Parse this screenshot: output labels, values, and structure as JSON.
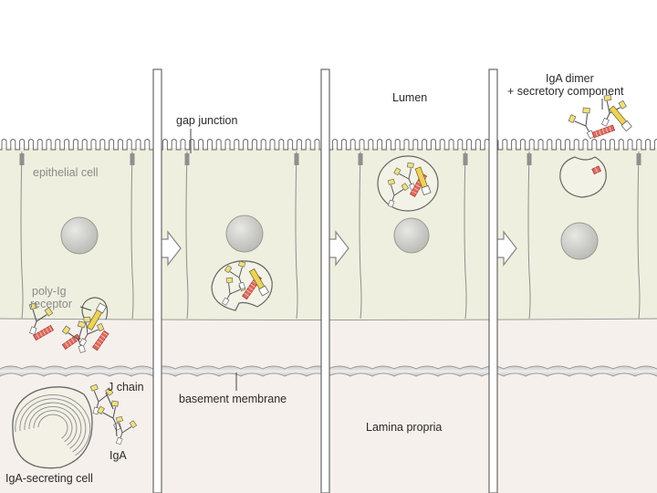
{
  "labels": {
    "epithelial_cell": "epithelial cell",
    "poly_ig_receptor_line1": "poly-Ig",
    "poly_ig_receptor_line2": "receptor",
    "j_chain": "J chain",
    "iga": "IgA",
    "iga_secreting_cell": "IgA-secreting cell",
    "gap_junction": "gap junction",
    "basement_membrane": "basement membrane",
    "lumen": "Lumen",
    "lamina_propria": "Lamina propria",
    "iga_dimer_line1": "IgA dimer",
    "iga_dimer_line2": "+ secretory component"
  },
  "colors": {
    "cytoplasm": "#efefdf",
    "tissue": "#f6f0ec",
    "nucleus": "#c9c9c4",
    "j_chain_red": "#e06a5e",
    "antibody_yellow": "#f0e07a",
    "receptor_yellow": "#ecd35a",
    "membrane_gray": "#bdbdbd",
    "outline": "#555555"
  }
}
